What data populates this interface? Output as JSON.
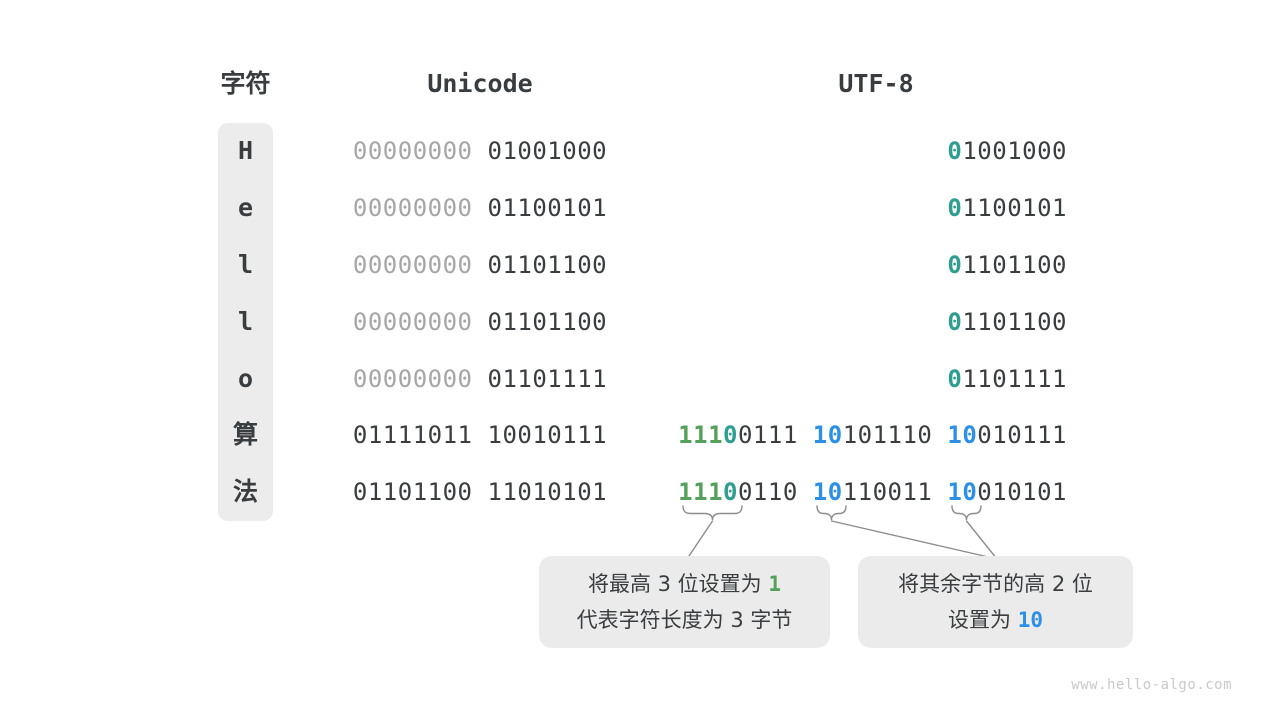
{
  "header": {
    "char": "字符",
    "unicode": "Unicode",
    "utf8": "UTF-8"
  },
  "rows": [
    {
      "char": "H",
      "unicode": {
        "high": "00000000",
        "low": "01001000"
      },
      "utf8": {
        "p_teal": "0",
        "rest": "1001000"
      }
    },
    {
      "char": "e",
      "unicode": {
        "high": "00000000",
        "low": "01100101"
      },
      "utf8": {
        "p_teal": "0",
        "rest": "1100101"
      }
    },
    {
      "char": "l",
      "unicode": {
        "high": "00000000",
        "low": "01101100"
      },
      "utf8": {
        "p_teal": "0",
        "rest": "1101100"
      }
    },
    {
      "char": "l",
      "unicode": {
        "high": "00000000",
        "low": "01101100"
      },
      "utf8": {
        "p_teal": "0",
        "rest": "1101100"
      }
    },
    {
      "char": "o",
      "unicode": {
        "high": "00000000",
        "low": "01101111"
      },
      "utf8": {
        "p_teal": "0",
        "rest": "1101111"
      }
    },
    {
      "char": "算",
      "unicode": {
        "high": "01111011",
        "low": "10010111"
      },
      "utf8": {
        "b1_green": "111",
        "b1_teal": "0",
        "b1_rest": "0111",
        "b2_prefix": "10",
        "b2_rest": "101110",
        "b3_prefix": "10",
        "b3_rest": "010111"
      }
    },
    {
      "char": "法",
      "unicode": {
        "high": "01101100",
        "low": "11010101"
      },
      "utf8": {
        "b1_green": "111",
        "b1_teal": "0",
        "b1_rest": "0110",
        "b2_prefix": "10",
        "b2_rest": "110011",
        "b3_prefix": "10",
        "b3_rest": "010101"
      }
    }
  ],
  "callout_left": {
    "line1_pre": "将最高 3 位设置为 ",
    "line1_num": "1",
    "line2": "代表字符长度为 3 字节"
  },
  "callout_right": {
    "line1": "将其余字节的高 2 位",
    "line2_pre": "设置为 ",
    "line2_num": "10"
  },
  "watermark": "www.hello-algo.com",
  "colors": {
    "green": "#55a05a",
    "teal": "#2f9e90",
    "blue": "#2e90e5",
    "dark": "#3a3d3f",
    "gray": "#a6a6a6",
    "panel": "#ececec",
    "line": "#8d8d8d",
    "watermark": "#c9c9c9"
  }
}
